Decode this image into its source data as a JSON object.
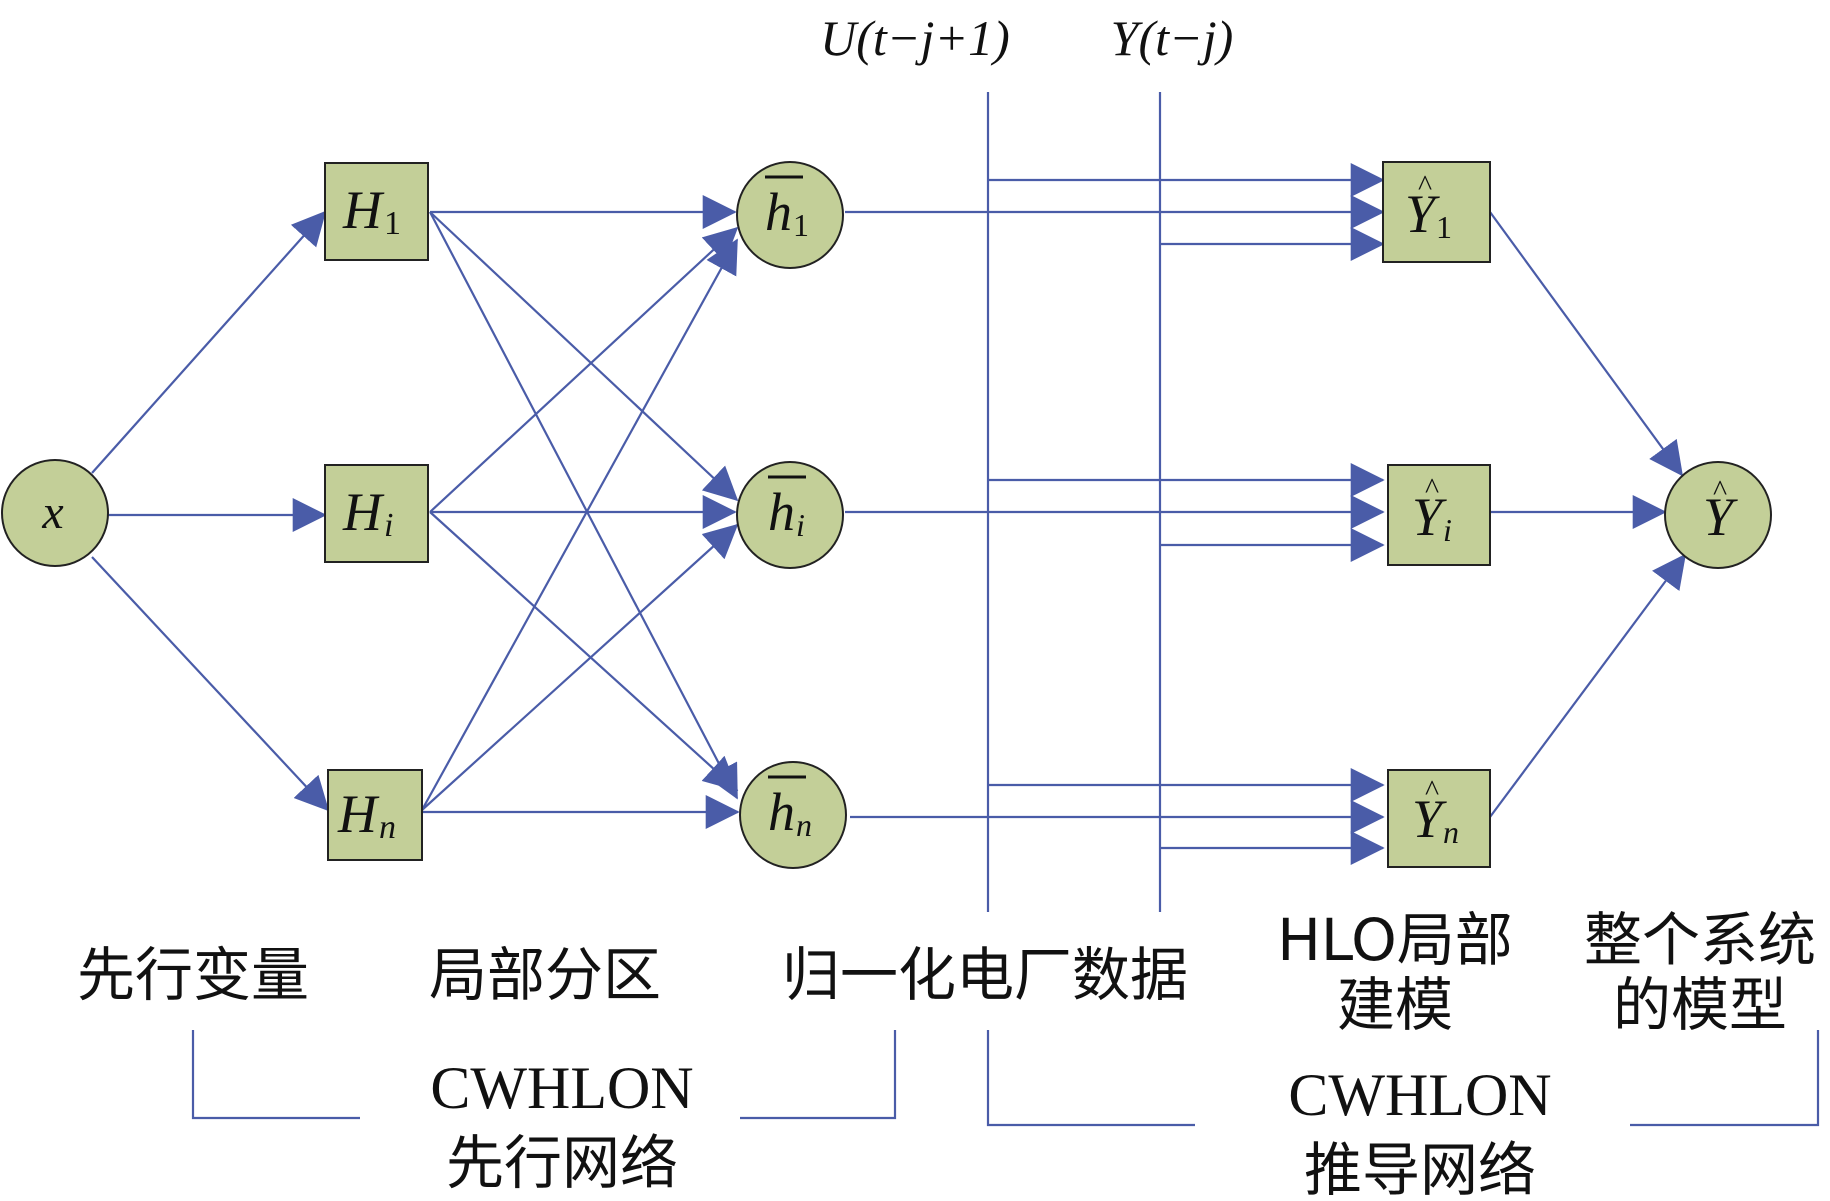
{
  "colors": {
    "line": "#4a5ca8",
    "node_fill": "#c3cf98",
    "node_stroke": "#222222",
    "text": "#111111"
  },
  "nodes": {
    "input": {
      "main": "x",
      "sub": ""
    },
    "partitions": [
      {
        "main": "H",
        "sub": "1"
      },
      {
        "main": "H",
        "sub": "i"
      },
      {
        "main": "H",
        "sub": "n"
      }
    ],
    "normalized": [
      {
        "main": "h",
        "sub": "1"
      },
      {
        "main": "h",
        "sub": "i"
      },
      {
        "main": "h",
        "sub": "n"
      }
    ],
    "local_models": [
      {
        "main": "Y",
        "sub": "1"
      },
      {
        "main": "Y",
        "sub": "i"
      },
      {
        "main": "Y",
        "sub": "n"
      }
    ],
    "output": {
      "main": "Y",
      "sub": ""
    }
  },
  "inputs": {
    "u_label": "U(t−j+1)",
    "y_label": "Y(t−j)"
  },
  "captions": {
    "lead_variable": "先行变量",
    "local_partition": "局部分区",
    "normalized_plant_data": "归一化电厂数据",
    "hlo_local_modeling_line1": "HLO局部",
    "hlo_local_modeling_line2": "建模",
    "whole_system_model_line1": "整个系统",
    "whole_system_model_line2": "的模型"
  },
  "networks": {
    "lead": {
      "name": "CWHLON",
      "label": "先行网络"
    },
    "derive": {
      "name": "CWHLON",
      "label": "推导网络"
    }
  }
}
